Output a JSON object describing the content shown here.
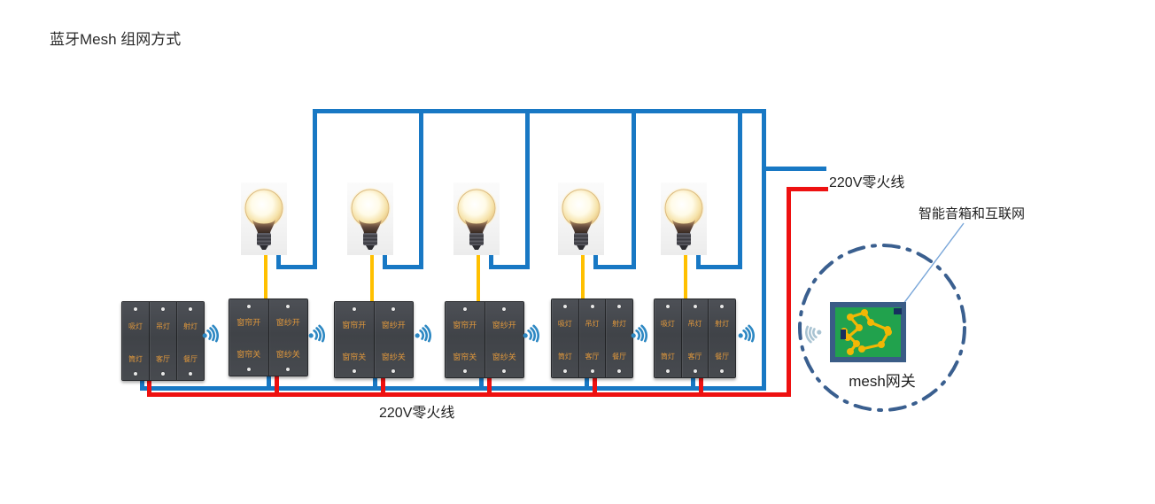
{
  "diagram": {
    "title": "蓝牙Mesh 组网方式",
    "labels": {
      "right_power": "220V零火线",
      "bottom_power": "220V零火线",
      "speaker": "智能音箱和互联网",
      "gateway": "mesh网关"
    },
    "colors": {
      "neutral_wire_blue": "#1878c4",
      "live_wire_red": "#ee1111",
      "lamp_wire_yellow": "#ffc000",
      "switch_label_orange": "#e0983c",
      "mesh_circle_blue": "#3a5f8f",
      "pcb_green": "#21a24d",
      "pcb_border_blue": "#3a5c86",
      "pcb_trace_yellow": "#f2b705",
      "wifi_blue": "#2d88c3",
      "wifi_gray_blue": "#a9c3d2"
    },
    "switches": [
      {
        "type": "3-gang",
        "top": [
          "吸灯",
          "吊灯",
          "射灯"
        ],
        "bottom": [
          "筒灯",
          "客厅",
          "餐厅"
        ]
      },
      {
        "type": "2-gang",
        "top": [
          "窗帘开",
          "窗纱开"
        ],
        "bottom": [
          "窗帘关",
          "窗纱关"
        ]
      },
      {
        "type": "2-gang",
        "top": [
          "窗帘开",
          "窗纱开"
        ],
        "bottom": [
          "窗帘关",
          "窗纱关"
        ]
      },
      {
        "type": "2-gang",
        "top": [
          "窗帘开",
          "窗纱开"
        ],
        "bottom": [
          "窗帘关",
          "窗纱关"
        ]
      },
      {
        "type": "3-gang",
        "top": [
          "吸灯",
          "吊灯",
          "射灯"
        ],
        "bottom": [
          "筒灯",
          "客厅",
          "餐厅"
        ]
      },
      {
        "type": "3-gang",
        "top": [
          "吸灯",
          "吊灯",
          "射灯"
        ],
        "bottom": [
          "筒灯",
          "客厅",
          "餐厅"
        ]
      }
    ],
    "bulb_count": 5
  }
}
